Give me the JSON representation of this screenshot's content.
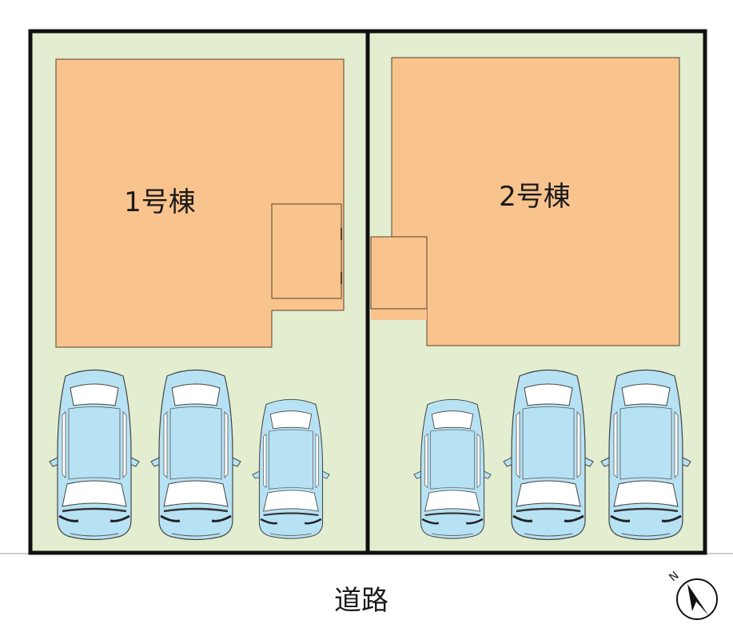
{
  "lots": [
    {
      "building_label": "1号棟",
      "parking_spaces": 3
    },
    {
      "building_label": "2号棟",
      "parking_spaces": 3
    }
  ],
  "road_label": "道路",
  "compass": {
    "north_label": "N",
    "icon": "north-arrow-icon"
  },
  "colors": {
    "lot_fill": "#e3edd0",
    "building_fill": "#f8c38d",
    "car_fill": "#b7e2f3",
    "lot_border": "#111111"
  }
}
